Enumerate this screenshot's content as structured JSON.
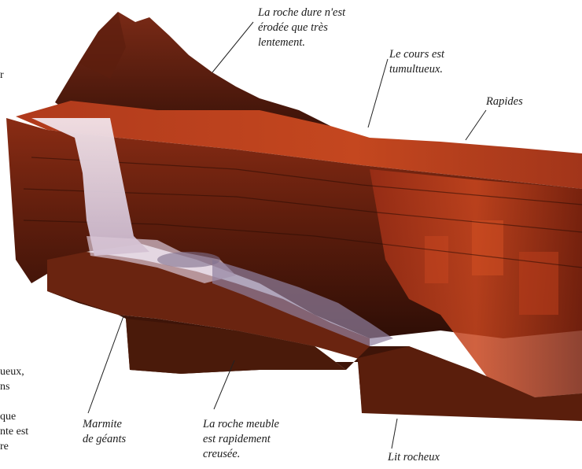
{
  "labels": {
    "hard_rock": [
      "La roche dure n'est",
      "érodée que très",
      "lentement."
    ],
    "turbulent": [
      "Le cours est",
      "tumultueux."
    ],
    "rapids": [
      "Rapides"
    ],
    "pothole": [
      "Marmite",
      "de géants"
    ],
    "soft_rock": [
      "La roche meuble",
      "est rapidement",
      "creusée."
    ],
    "rocky_bed": [
      "Lit rocheux"
    ]
  },
  "fragments": {
    "top": [
      "r"
    ],
    "bottom": [
      "ueux,",
      "ns",
      "",
      "que",
      "nte est",
      "re"
    ]
  },
  "colors": {
    "rock_dark": "#3a1208",
    "rock_mid": "#6e2412",
    "rock_red": "#a5321a",
    "rock_bright": "#c8461f",
    "water": "#e8d4dc",
    "water_shadow": "#9a8aa8",
    "line": "#222222"
  }
}
